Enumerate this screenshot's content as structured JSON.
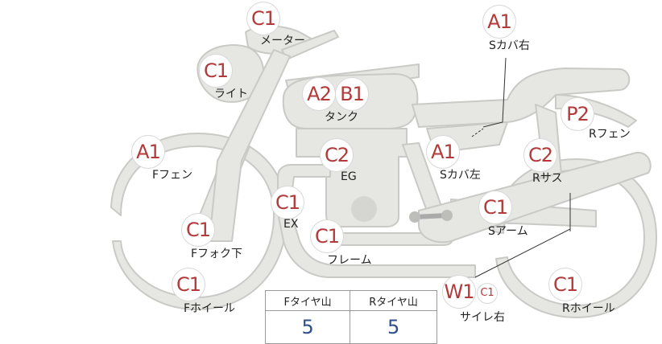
{
  "parts": {
    "meter": {
      "grade": "C1",
      "name": "メーター"
    },
    "light": {
      "grade": "C1",
      "name": "ライト"
    },
    "tank": {
      "grade1": "A2",
      "grade2": "B1",
      "name": "タンク"
    },
    "side_cover_r": {
      "grade": "A1",
      "name": "Sカバ右"
    },
    "rear_fender": {
      "grade": "P2",
      "name": "Rフェン"
    },
    "front_fender": {
      "grade": "A1",
      "name": "Fフェン"
    },
    "engine": {
      "grade": "C2",
      "name": "EG"
    },
    "side_cover_l": {
      "grade": "A1",
      "name": "Sカバ左"
    },
    "rear_shock": {
      "grade": "C2",
      "name": "Rサス"
    },
    "exhaust": {
      "grade": "C1",
      "name": "EX"
    },
    "swing_arm": {
      "grade": "C1",
      "name": "Sアーム"
    },
    "front_fork": {
      "grade": "C1",
      "name": "Fフォク下"
    },
    "frame": {
      "grade": "C1",
      "name": "フレーム"
    },
    "muffler": {
      "grade1": "W1",
      "grade2": "C1",
      "name": "サイレ右"
    },
    "front_wheel": {
      "grade": "C1",
      "name": "Fホイール"
    },
    "rear_wheel": {
      "grade": "C1",
      "name": "Rホイール"
    }
  },
  "tire_table": {
    "headers": [
      "Fタイヤ山",
      "Rタイヤ山"
    ],
    "values": [
      "5",
      "5"
    ]
  },
  "colors": {
    "body": "#e6e6e3",
    "outline": "#c9c9c6",
    "grade": "#b23a3a",
    "value": "#2d4f8a"
  }
}
